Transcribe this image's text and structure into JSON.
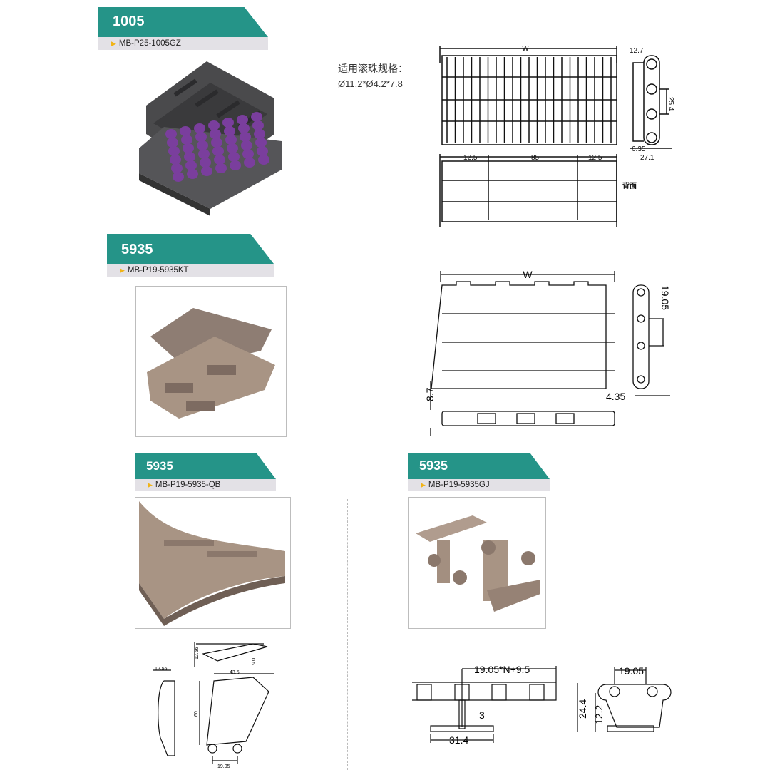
{
  "sections": [
    {
      "title": "1005",
      "code": "MB-P25-1005GZ"
    },
    {
      "title": "5935",
      "code": "MB-P19-5935KT"
    },
    {
      "title": "5935",
      "code": "MB-P19-5935-QB"
    },
    {
      "title": "5935",
      "code": "MB-P19-5935GJ"
    }
  ],
  "spec": {
    "label": "适用滚珠规格：",
    "value": "Ø11.2*Ø4.2*7.8"
  },
  "dims_1005": {
    "w": "W",
    "pitch_top": "12.7",
    "pitch": "25.4",
    "offset": "6.35",
    "thickness": "27.1",
    "left": "12.5",
    "center": "85",
    "right": "12.5",
    "back": "背面"
  },
  "dims_5935kt": {
    "w": "W",
    "pitch": "19.05",
    "offset": "4.35",
    "height": "8.7"
  },
  "dims_5935qb": {
    "h1": "12.56",
    "t": "12.56",
    "angle": "0.5",
    "width": "43.5",
    "height": "60",
    "pitch": "19.05"
  },
  "dims_5935gj": {
    "span": "19.05*N+9.5",
    "stem": "3",
    "base": "31.4",
    "pitch": "19.05",
    "total": "24.4",
    "half": "12.2"
  },
  "colors": {
    "teal": "#259488",
    "strip": "#e3e1e6",
    "arrow": "#f1b418",
    "purple": "#7a3e9d",
    "chain_dark": "#4a4a4c",
    "chain_tan": "#a89484"
  }
}
